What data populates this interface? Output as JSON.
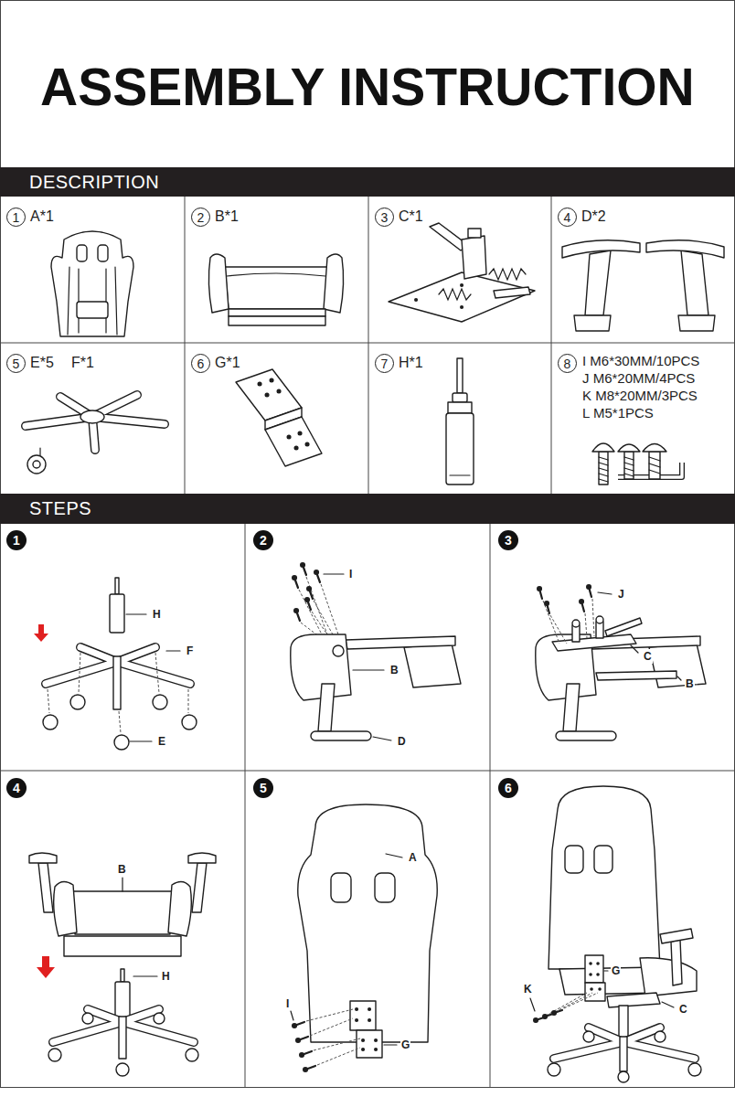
{
  "diagram": {
    "title": "ASSEMBLY INSTRUCTION",
    "nodes": [
      {
        "text": [
          "DESCRIPTION"
        ]
      },
      {
        "text": [
          "A*1"
        ]
      },
      {
        "text": [
          "1"
        ],
        "in": 1
      },
      {
        "text": [
          "B*1"
        ]
      },
      {
        "text": [
          "2"
        ],
        "in": 3
      },
      {
        "text": [
          "C*1"
        ]
      },
      {
        "text": [
          "3"
        ],
        "in": 5
      },
      {
        "text": [
          "D*2"
        ]
      },
      {
        "text": [
          "4"
        ],
        "in": 7
      },
      {
        "text": [
          "E*5",
          "F*1"
        ]
      },
      {
        "text": [
          "5"
        ],
        "in": 9
      },
      {
        "text": [
          "G*1"
        ]
      },
      {
        "text": [
          "6"
        ],
        "in": 11
      },
      {
        "text": [
          "H*1"
        ]
      },
      {
        "text": [
          "7"
        ],
        "in": 13
      },
      {
        "text": [
          "I M6*30MM/10PCS",
          "J M6*20MM/4PCS",
          "K M8*20MM/3PCS",
          "L M5*1PCS"
        ]
      },
      {
        "text": [
          "8"
        ],
        "in": 15
      },
      {
        "text": [
          "STEPS"
        ]
      },
      {
        "text": [
          "1"
        ]
      },
      {
        "text": [
          "2"
        ]
      },
      {
        "text": [
          "3"
        ]
      },
      {
        "text": [
          "4"
        ]
      },
      {
        "text": [
          "5"
        ]
      },
      {
        "text": [
          "6"
        ]
      }
    ],
    "labels": [
      "H",
      "F",
      "E",
      "I",
      "B",
      "D",
      "J",
      "C",
      "B",
      "B",
      "H",
      "A",
      "I",
      "G",
      "G",
      "K",
      "C"
    ]
  }
}
